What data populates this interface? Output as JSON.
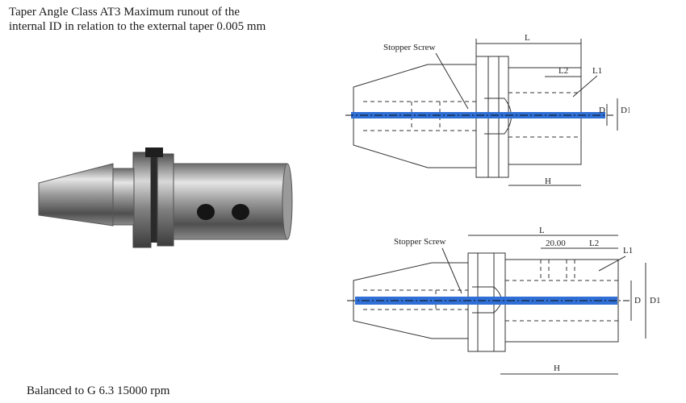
{
  "header": {
    "line1": "Taper Angle Class AT3 Maximum runout of the",
    "line2": "internal ID in relation to the external taper 0.005 mm"
  },
  "footer": {
    "balance_text": "Balanced to G 6.3 15000 rpm"
  },
  "drawing_top": {
    "stopper_label": "Stopper Screw",
    "dim_L": "L",
    "dim_L2": "L2",
    "dim_L1": "L1",
    "dim_D": "D",
    "dim_D1": "D1",
    "dim_H": "H"
  },
  "drawing_bottom": {
    "stopper_label": "Stopper Screw",
    "dim_L": "L",
    "dim_2000": "20.00",
    "dim_L2": "L2",
    "dim_L1": "L1",
    "dim_D": "D",
    "dim_D1": "D1",
    "dim_H": "H"
  },
  "colors": {
    "coolant_channel": "#2f6fd6",
    "line": "#333333"
  }
}
